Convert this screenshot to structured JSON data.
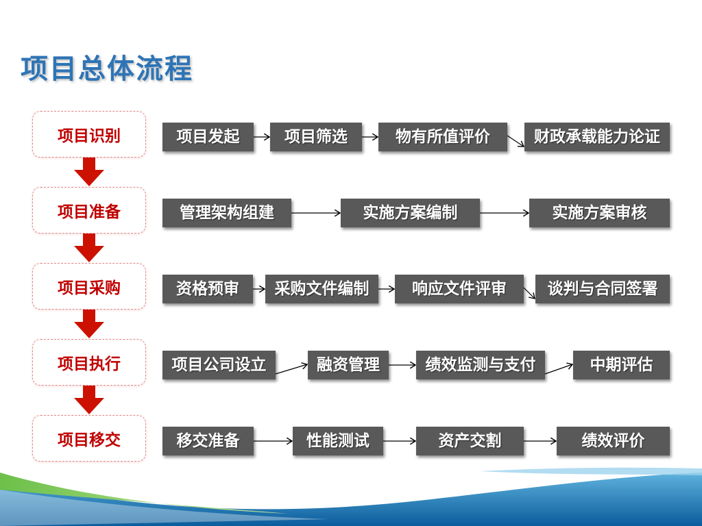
{
  "title": "项目总体流程",
  "stages": [
    {
      "label": "项目识别",
      "steps": [
        "项目发起",
        "项目筛选",
        "物有所值评价",
        "财政承载能力论证"
      ]
    },
    {
      "label": "项目准备",
      "steps": [
        "管理架构组建",
        "实施方案编制",
        "实施方案审核"
      ]
    },
    {
      "label": "项目采购",
      "steps": [
        "资格预审",
        "采购文件编制",
        "响应文件评审",
        "谈判与合同签署"
      ]
    },
    {
      "label": "项目执行",
      "steps": [
        "项目公司设立",
        "融资管理",
        "绩效监测与支付",
        "中期评估"
      ]
    },
    {
      "label": "项目移交",
      "steps": [
        "移交准备",
        "性能测试",
        "资产交割",
        "绩效评价"
      ]
    }
  ],
  "colors": {
    "title": "#2E74B5",
    "stage_text": "#C00000",
    "arrow": "#CC1100",
    "step_box": "#595959"
  }
}
